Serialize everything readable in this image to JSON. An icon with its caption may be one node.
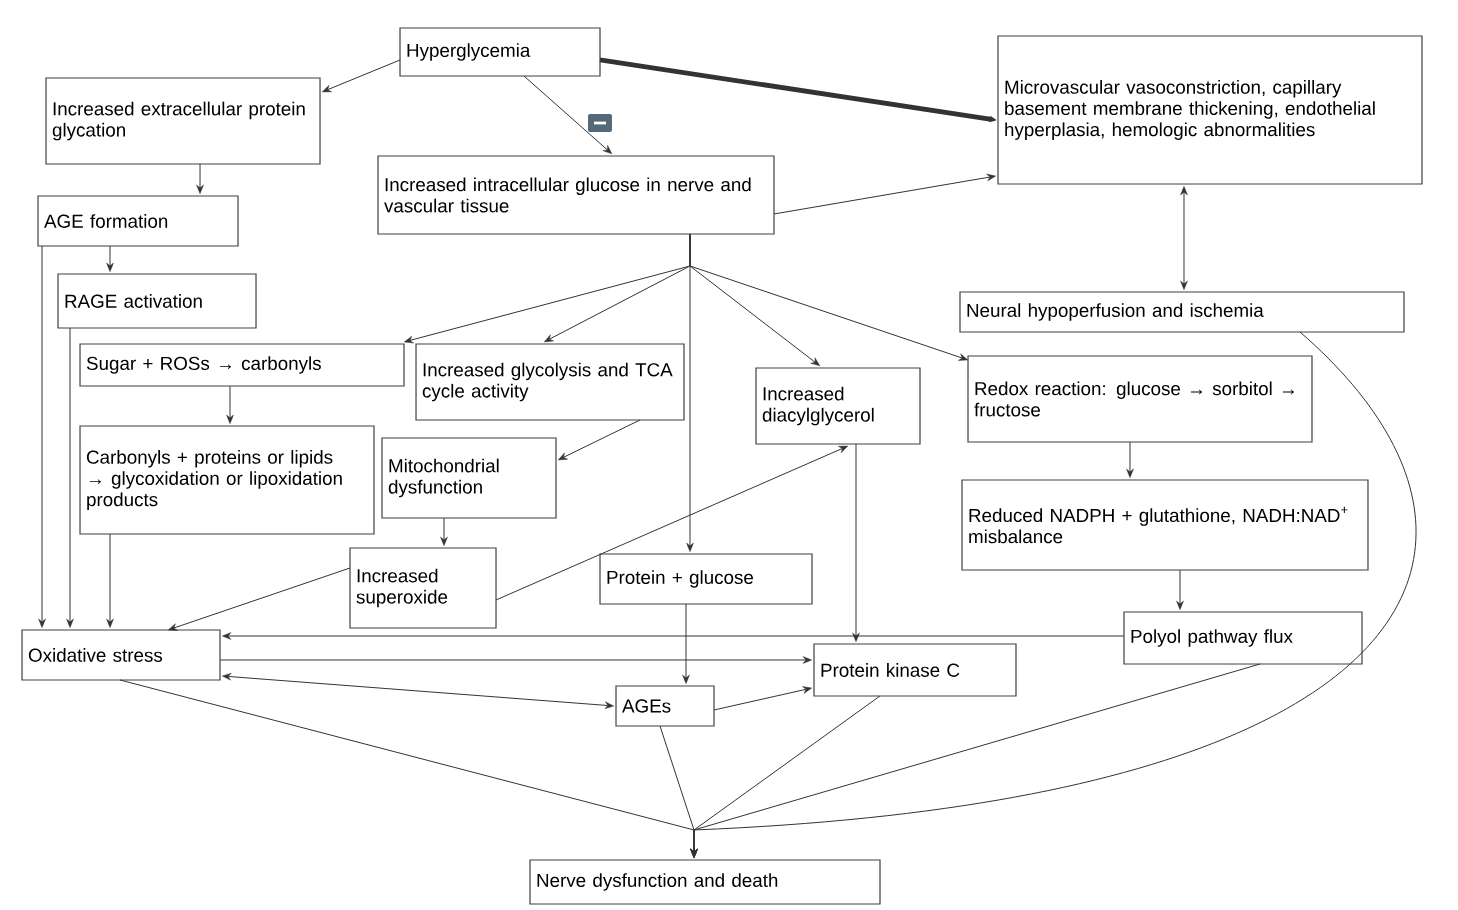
{
  "diagram": {
    "nodes": [
      {
        "text": [
          "Hyperglycemia"
        ]
      },
      {
        "text": [
          "Increased extracellular protein glycation"
        ]
      },
      {
        "text": [
          "Increased intracellular glucose in nerve and vascular tissue"
        ]
      },
      {
        "text": [
          "Microvascular vasoconstriction, capillary basement membrane thickening, endothelial hyperplasia, hemologic abnormalities"
        ]
      },
      {
        "text": [
          "AGE formation"
        ]
      },
      {
        "text": [
          "RAGE activation"
        ]
      },
      {
        "text": [
          "Neural hypoperfusion and ischemia"
        ]
      },
      {
        "text": [
          "Sugar + ROSs → carbonyls"
        ]
      },
      {
        "text": [
          "Increased glycolysis and TCA cycle activity"
        ]
      },
      {
        "text": [
          "Increased diacylglycerol"
        ]
      },
      {
        "text": [
          "Redox reaction: glucose → sorbitol → fructose"
        ]
      },
      {
        "text": [
          "Carbonyls + proteins or lipids → glycoxidation or lipoxidation products"
        ]
      },
      {
        "text": [
          "Mitochondrial dysfunction"
        ]
      },
      {
        "text": [
          "Reduced NADPH + glutathione, NADH:NAD$^{+}$ misbalance"
        ]
      },
      {
        "text": [
          "Increased superoxide"
        ]
      },
      {
        "text": [
          "Protein + glucose"
        ]
      },
      {
        "text": [
          "Oxidative stress"
        ]
      },
      {
        "text": [
          "Polyol pathway flux"
        ]
      },
      {
        "text": [
          "Protein kinase C"
        ]
      },
      {
        "text": [
          "AGEs"
        ]
      },
      {
        "text": [
          "Nerve dysfunction and death"
        ]
      }
    ],
    "edges": [
      {
        "from": 0,
        "to": 1,
        "arrow": "to"
      },
      {
        "from": 0,
        "to": 2,
        "arrow": "to"
      },
      {
        "from": 0,
        "to": 3,
        "arrow": "to",
        "style": "thick"
      },
      {
        "from": 2,
        "to": 3,
        "arrow": "to"
      },
      {
        "from": 1,
        "to": 4,
        "arrow": "to"
      },
      {
        "from": 4,
        "to": 5,
        "arrow": "to"
      },
      {
        "from": 4,
        "to": 16,
        "arrow": "to"
      },
      {
        "from": 5,
        "to": 16,
        "arrow": "to"
      },
      {
        "from": 2,
        "to": 7,
        "arrow": "to"
      },
      {
        "from": 2,
        "to": 8,
        "arrow": "to"
      },
      {
        "from": 2,
        "to": 9,
        "arrow": "to"
      },
      {
        "from": 2,
        "to": 10,
        "arrow": "to"
      },
      {
        "from": 2,
        "to": 15,
        "arrow": "to"
      },
      {
        "from": 7,
        "to": 11,
        "arrow": "to"
      },
      {
        "from": 11,
        "to": 16,
        "arrow": "to"
      },
      {
        "from": 8,
        "to": 12,
        "arrow": "to"
      },
      {
        "from": 12,
        "to": 14,
        "arrow": "to"
      },
      {
        "from": 14,
        "to": 16,
        "arrow": "to"
      },
      {
        "from": 14,
        "to": 9,
        "arrow": "to"
      },
      {
        "from": 9,
        "to": 18,
        "arrow": "to"
      },
      {
        "from": 10,
        "to": 13,
        "arrow": "to"
      },
      {
        "from": 13,
        "to": 17,
        "arrow": "to"
      },
      {
        "from": 17,
        "to": 16,
        "arrow": "to"
      },
      {
        "from": 16,
        "to": 18,
        "arrow": "to"
      },
      {
        "from": 16,
        "to": 19,
        "arrow": "both"
      },
      {
        "from": 19,
        "to": 18,
        "arrow": "to"
      },
      {
        "from": 15,
        "to": 19,
        "arrow": "to"
      },
      {
        "from": 3,
        "to": 6,
        "arrow": "both"
      },
      {
        "from": 16,
        "to": 20,
        "arrow": "to"
      },
      {
        "from": 19,
        "to": 20,
        "arrow": "to"
      },
      {
        "from": 18,
        "to": 20,
        "arrow": "to"
      },
      {
        "from": 17,
        "to": 20,
        "arrow": "to"
      },
      {
        "from": 6,
        "to": 20,
        "arrow": "to"
      }
    ]
  }
}
